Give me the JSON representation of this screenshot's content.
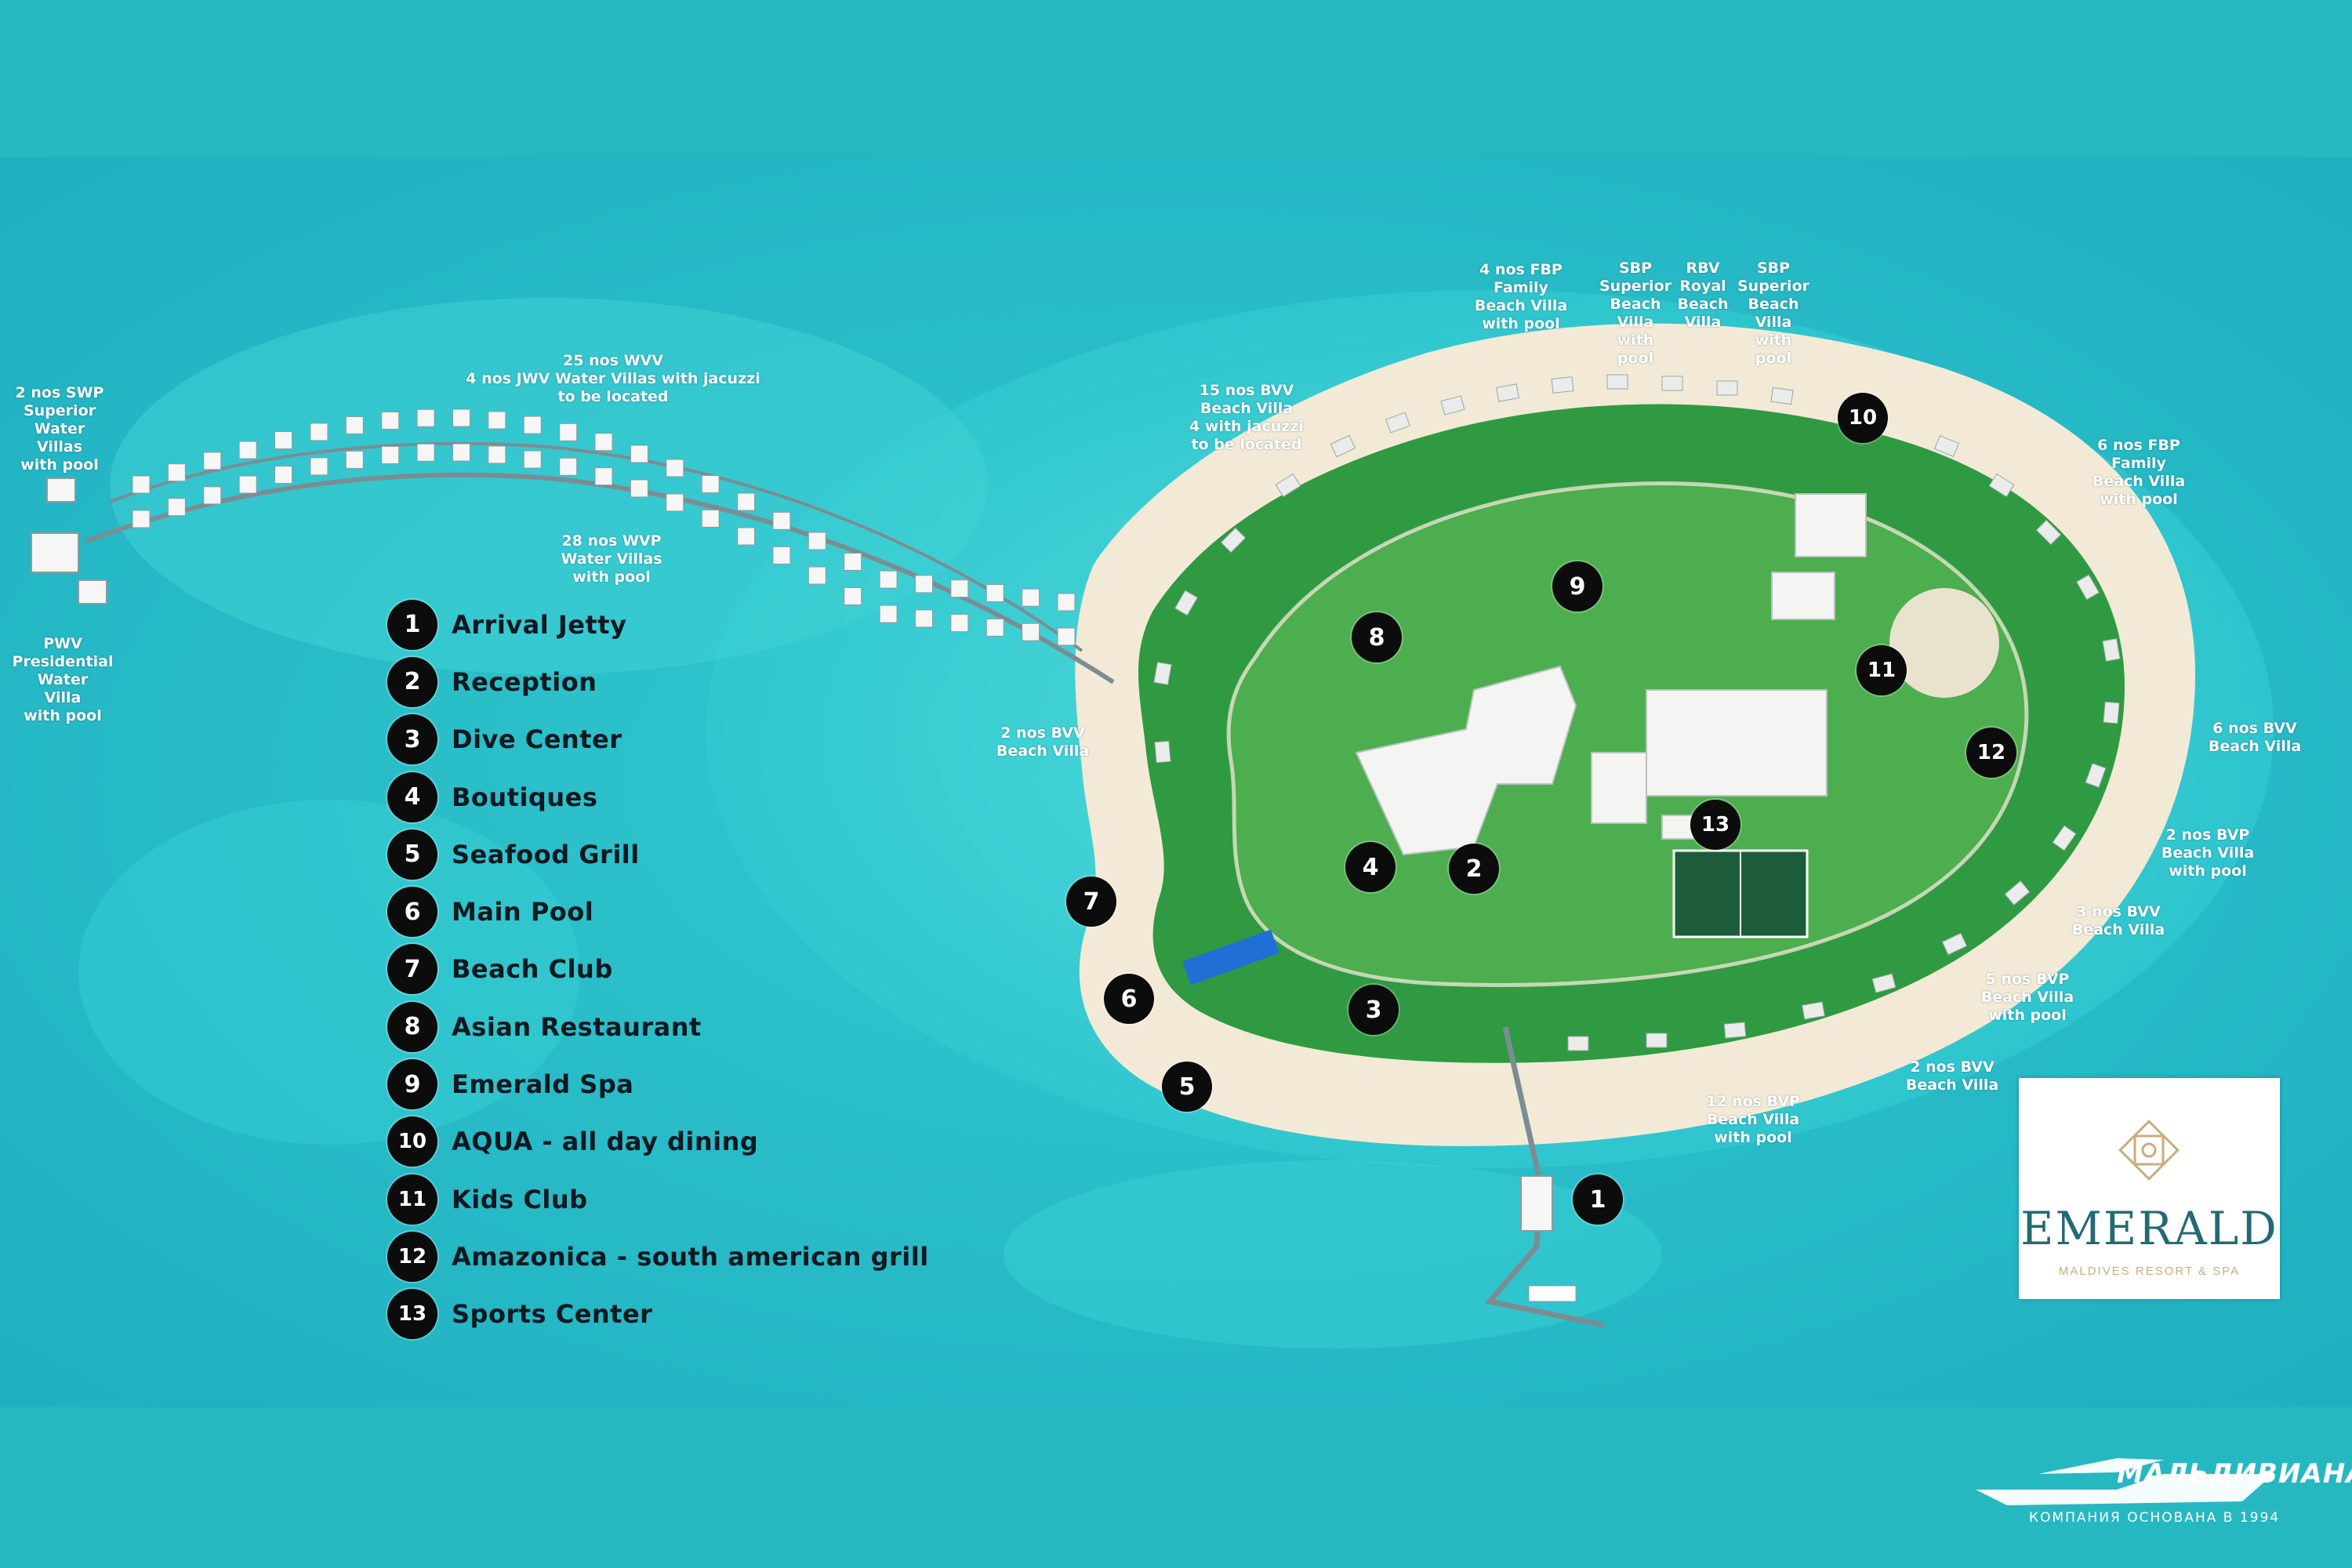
{
  "colors": {
    "sea": "#24b9c4",
    "lagoon": "#2fd3d6",
    "sand": "#f2ead6",
    "grass": "#2f9a42",
    "grass_light": "#4cae4e",
    "marker": "#0c0c0c",
    "logo_text": "#236a73",
    "logo_gold": "#c9ad7e"
  },
  "legend": [
    {
      "num": "1",
      "label": "Arrival Jetty"
    },
    {
      "num": "2",
      "label": "Reception"
    },
    {
      "num": "3",
      "label": "Dive Center"
    },
    {
      "num": "4",
      "label": "Boutiques"
    },
    {
      "num": "5",
      "label": "Seafood Grill"
    },
    {
      "num": "6",
      "label": "Main Pool"
    },
    {
      "num": "7",
      "label": "Beach Club"
    },
    {
      "num": "8",
      "label": "Asian Restaurant"
    },
    {
      "num": "9",
      "label": "Emerald Spa"
    },
    {
      "num": "10",
      "label": "AQUA - all day dining"
    },
    {
      "num": "11",
      "label": "Kids Club"
    },
    {
      "num": "12",
      "label": "Amazonica - south american grill"
    },
    {
      "num": "13",
      "label": "Sports Center"
    }
  ],
  "map_markers": [
    "1",
    "2",
    "3",
    "4",
    "5",
    "6",
    "7",
    "8",
    "9",
    "10",
    "11",
    "12",
    "13"
  ],
  "villa_labels": {
    "swp": "2 nos SWP\nSuperior\nWater\nVillas\nwith pool",
    "pwv": "PWV\nPresidential\nWater\nVilla\nwith pool",
    "wvv": "25 nos WVV\n4 nos JWV Water Villas with jacuzzi\nto be located",
    "wvp": "28 nos WVP\nWater Villas\nwith pool",
    "bvv15": "15 nos BVV\nBeach Villa\n4 with jacuzzi\nto be located",
    "fbp4": "4 nos FBP\nFamily\nBeach Villa\nwith pool",
    "sbp_a": "SBP\nSuperior\nBeach\nVilla\nwith\npool",
    "rbv": "RBV\nRoyal\nBeach\nVilla",
    "sbp_b": "SBP\nSuperior\nBeach\nVilla\nwith\npool",
    "fbp6": "6 nos FBP\nFamily\nBeach Villa\nwith pool",
    "bvv6": "6 nos BVV\nBeach Villa",
    "bvp2a": "2 nos BVP\nBeach Villa\nwith pool",
    "bvv3": "3 nos BVV\nBeach Villa",
    "bvp5": "5 nos BVP\nBeach Villa\nwith pool",
    "bvv2b": "2 nos BVV\nBeach Villa",
    "bvp12": "12 nos BVP\nBeach Villa\nwith pool",
    "bvv2a": "2 nos BVV\nBeach Villa"
  },
  "logo": {
    "word": "EMERALD",
    "sub": "MALDIVES RESORT & SPA"
  },
  "brand": {
    "name": "МАЛЬДИВИАНА",
    "tagline": "КОМПАНИЯ ОСНОВАНА В 1994"
  }
}
